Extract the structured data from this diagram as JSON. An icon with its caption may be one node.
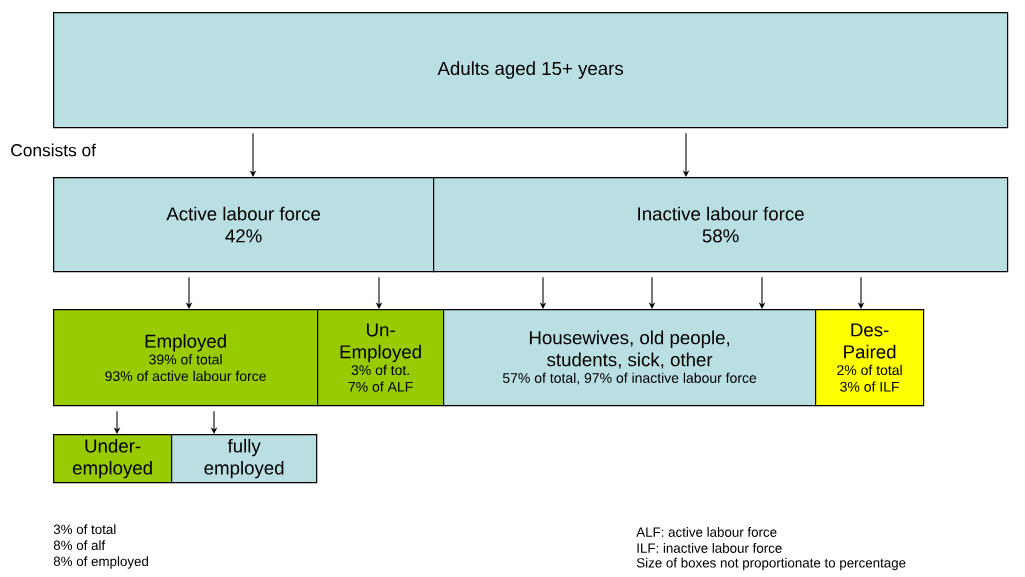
{
  "diagram": {
    "nodes": [
      {
        "text": [
          "Adults aged 15+ years"
        ]
      },
      {
        "text": [
          "Active labour force",
          "42%"
        ]
      },
      {
        "text": [
          "Inactive labour force",
          "58%"
        ]
      },
      {
        "text": [
          "Employed",
          "39% of total",
          "93% of active labour force"
        ]
      },
      {
        "text": [
          "Un- Employed",
          "3% of tot.",
          "7% of ALF"
        ]
      },
      {
        "text": [
          "Housewives, old people, students, sick, other",
          "57% of total, 97% of inactive labour force"
        ]
      },
      {
        "text": [
          "Des- Paired",
          "2% of total",
          "3% of ILF"
        ]
      },
      {
        "text": [
          "Under- employed"
        ],
        "beside": [
          "3% of total",
          "8% of alf",
          "8% of employed"
        ]
      },
      {
        "text": [
          "fully employed"
        ]
      }
    ],
    "edges": [
      {
        "from": 0,
        "to": 1,
        "arrow": "to"
      },
      {
        "from": 0,
        "to": 2,
        "arrow": "to"
      },
      {
        "from": 1,
        "to": 3,
        "arrow": "to"
      },
      {
        "from": 1,
        "to": 4,
        "arrow": "to"
      },
      {
        "from": 2,
        "to": 5,
        "arrow": "to"
      },
      {
        "from": 2,
        "to": 5,
        "arrow": "to"
      },
      {
        "from": 2,
        "to": 5,
        "arrow": "to"
      },
      {
        "from": 2,
        "to": 6,
        "arrow": "to"
      },
      {
        "from": 3,
        "to": 7,
        "arrow": "to"
      },
      {
        "from": 3,
        "to": 8,
        "arrow": "to"
      }
    ],
    "labels": [
      "Consists of",
      "ALF: active labour force",
      "ILF: inactive labour force",
      "Size of boxes not proportionate to percentage"
    ]
  }
}
